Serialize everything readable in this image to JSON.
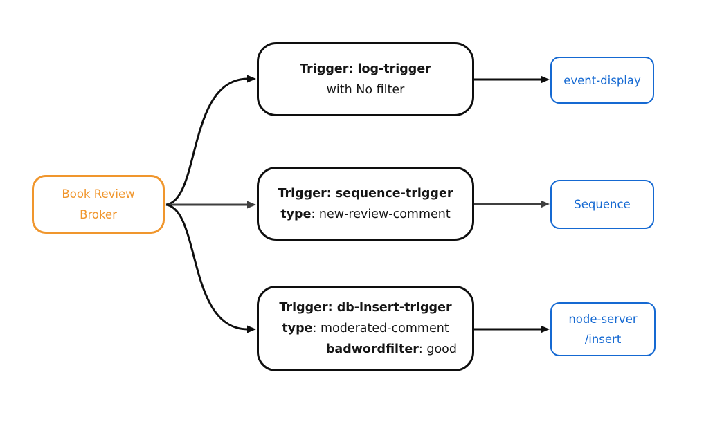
{
  "diagram": {
    "title": "Book Review Broker trigger routing diagram",
    "colors": {
      "broker_orange": "#F0962D",
      "sink_blue": "#1569D2",
      "edge_black": "#0E0E0E",
      "edge_gray": "#3F3F3F",
      "background": "#FFFFFF"
    },
    "broker": {
      "label": "Book Review Broker"
    },
    "triggers": [
      {
        "title": "Trigger: log-trigger",
        "lines": [
          {
            "bold": "",
            "rest": "with No filter"
          }
        ]
      },
      {
        "title": "Trigger: sequence-trigger",
        "lines": [
          {
            "bold": "type",
            "rest": ": new-review-comment"
          }
        ]
      },
      {
        "title": "Trigger: db-insert-trigger",
        "lines": [
          {
            "bold": "type",
            "rest": ": moderated-comment"
          },
          {
            "bold": "badwordfilter",
            "rest": ": good"
          }
        ]
      }
    ],
    "sinks": [
      {
        "label": "event-display"
      },
      {
        "label": "Sequence"
      },
      {
        "label": "node-server /insert"
      }
    ]
  }
}
